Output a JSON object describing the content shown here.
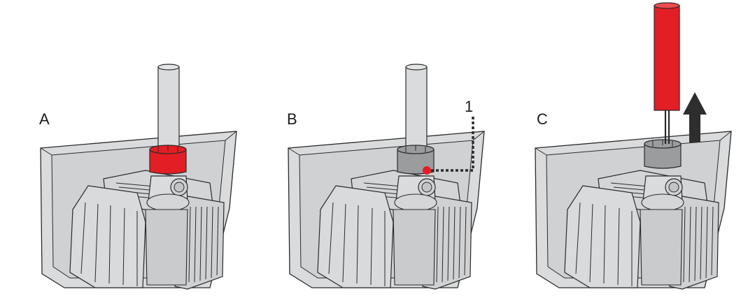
{
  "panels": [
    {
      "id": "A",
      "label": "A",
      "ring_color": "#e31e24"
    },
    {
      "id": "B",
      "label": "B",
      "ring_color": "#9a9c9e"
    },
    {
      "id": "C",
      "label": "C",
      "ring_color": "#9a9c9e"
    }
  ],
  "callout": {
    "label": "1",
    "dot_color": "#e31e24"
  },
  "colors": {
    "body": "#d9dbdc",
    "body_dark": "#b9bbbd",
    "outline": "#2b2b2b",
    "accent_red": "#e31e24",
    "arrow": "#2e2e2e"
  }
}
